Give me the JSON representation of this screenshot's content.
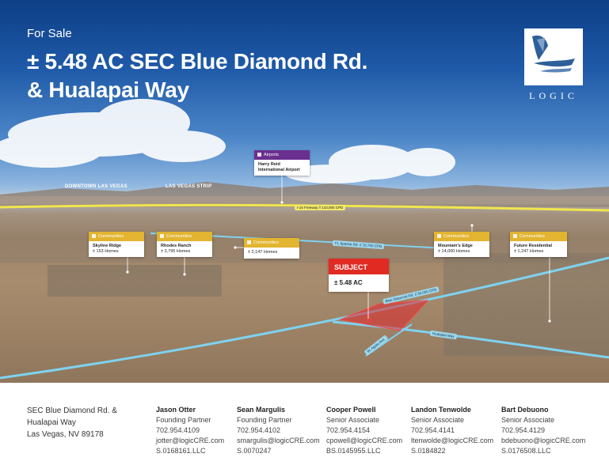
{
  "header": {
    "for_sale": "For Sale",
    "title_line1": "± 5.48 AC SEC Blue Diamond Rd.",
    "title_line2": "& Hualapai Way"
  },
  "logo": {
    "word": "LOGIC"
  },
  "places": {
    "downtown": "DOWNTOWN LAS VEGAS",
    "strip": "LAS VEGAS STRIP"
  },
  "airport": {
    "category": "Airports",
    "name_line1": "Harry Reid",
    "name_line2": "International Airport"
  },
  "communities": [
    {
      "category": "Communities",
      "name": "Skyline Ridge",
      "homes": "± 153 Homes"
    },
    {
      "category": "Communities",
      "name": "Rhodes Ranch",
      "homes": "± 3,795 Homes"
    },
    {
      "category": "Communities",
      "name": "",
      "homes": "± 2,147 Homes"
    },
    {
      "category": "Communities",
      "name": "Mountain's Edge",
      "homes": "± 14,000 Homes"
    },
    {
      "category": "Communities",
      "name": "Future Residential",
      "homes": "± 1,247 Homes"
    }
  ],
  "subject": {
    "label": "SUBJECT",
    "acreage": "± 5.48 AC"
  },
  "roads": {
    "freeway": "I-15 Freeway // 143,000 CPD",
    "apache": "Ft. Apache Rd. // 10,700 CPD",
    "blue_diamond": "Blue Diamond Rd. // 30,000 CPD",
    "hualapai": "Hualapai Way",
    "agate": "W. Agate Ave."
  },
  "footer": {
    "address": [
      "SEC Blue Diamond Rd. &",
      "Hualapai Way",
      "Las Vegas, NV 89178"
    ],
    "contacts": [
      {
        "name": "Jason Otter",
        "title": "Founding Partner",
        "phone": "702.954.4109",
        "email": "jotter@logicCRE.com",
        "license": "S.0168161.LLC"
      },
      {
        "name": "Sean Margulis",
        "title": "Founding Partner",
        "phone": "702.954.4102",
        "email": "smargulis@logicCRE.com",
        "license": "S.0070247"
      },
      {
        "name": "Cooper Powell",
        "title": "Senior Associate",
        "phone": "702.954.4154",
        "email": "cpowell@logicCRE.com",
        "license": "BS.0145955.LLC"
      },
      {
        "name": "Landon Tenwolde",
        "title": "Senior Associate",
        "phone": "702.954.4141",
        "email": "ltenwolde@logicCRE.com",
        "license": "S.0184822"
      },
      {
        "name": "Bart Debuono",
        "title": "Senior Associate",
        "phone": "702.954.4129",
        "email": "bdebuono@logicCRE.com",
        "license": "S.0176508.LLC"
      }
    ]
  }
}
